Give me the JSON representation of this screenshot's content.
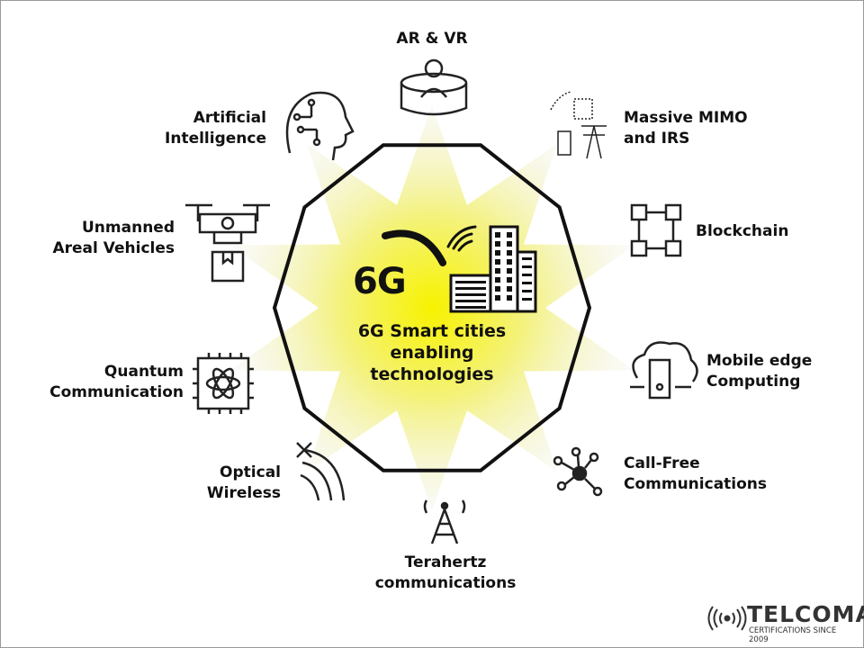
{
  "center": {
    "badge": "6G",
    "title_lines": [
      "6G Smart cities",
      "enabling",
      "technologies"
    ]
  },
  "colors": {
    "accent": "#f5f230",
    "outline": "#111111"
  },
  "technologies": [
    {
      "label": [
        "AR & VR"
      ],
      "icon": "vr-headset-icon"
    },
    {
      "label": [
        "Massive MIMO",
        "and IRS"
      ],
      "icon": "antenna-array-icon"
    },
    {
      "label": [
        "Blockchain"
      ],
      "icon": "blockchain-icon"
    },
    {
      "label": [
        "Mobile edge",
        "Computing"
      ],
      "icon": "cloud-server-icon"
    },
    {
      "label": [
        "Call-Free",
        "Communications"
      ],
      "icon": "network-nodes-icon"
    },
    {
      "label": [
        "Terahertz",
        "communications"
      ],
      "icon": "cell-tower-icon"
    },
    {
      "label": [
        "Optical",
        "Wireless"
      ],
      "icon": "optical-signal-icon"
    },
    {
      "label": [
        "Quantum",
        "Communication"
      ],
      "icon": "quantum-chip-icon"
    },
    {
      "label": [
        "Unmanned",
        "Areal Vehicles"
      ],
      "icon": "drone-icon"
    },
    {
      "label": [
        "Artificial",
        "Intelligence"
      ],
      "icon": "ai-head-icon"
    }
  ],
  "logo": {
    "name": "TELCOMA",
    "tagline": "CERTIFICATIONS SINCE 2009"
  }
}
